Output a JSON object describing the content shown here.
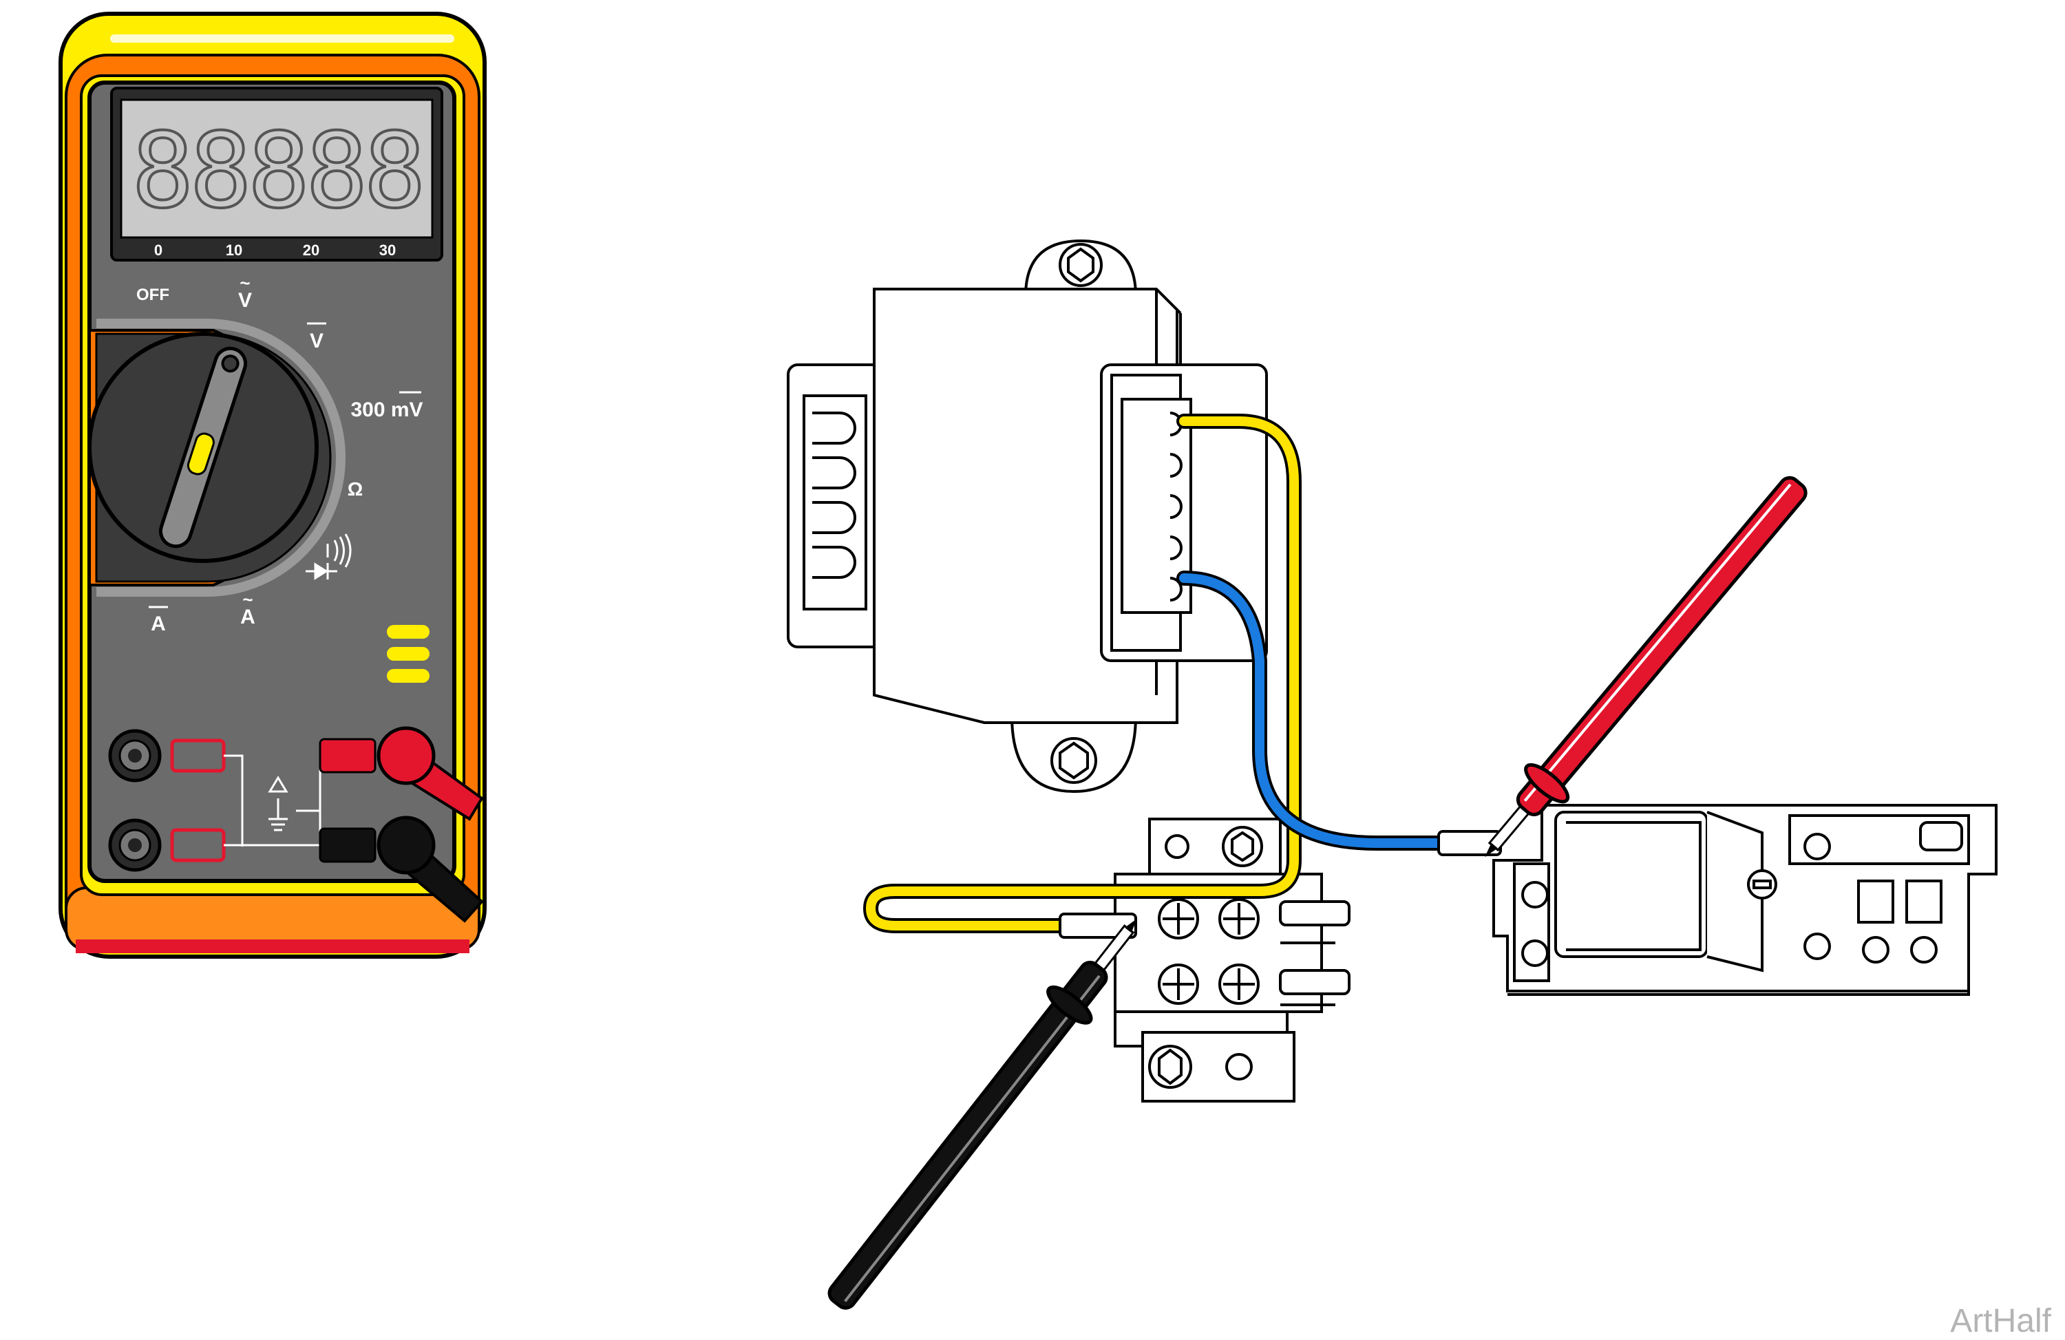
{
  "meter": {
    "display": "88888",
    "scale_ticks": [
      "0",
      "10",
      "20",
      "30"
    ],
    "dial_labels": {
      "off": "OFF",
      "ac_volts": "V",
      "dc_volts": "V",
      "millivolts": "300 mV",
      "ohms": "Ω",
      "dc_amps": "A",
      "ac_amps": "A"
    },
    "body_color": "#ffee00",
    "accent_color": "#ff7700",
    "face_color": "#6b6b6b",
    "knob_indicator_color": "#ffee00"
  },
  "probes": {
    "red_color": "#e3162e",
    "black_color": "#111111"
  },
  "wires": {
    "yellow_color": "#ffe300",
    "blue_color": "#1a7be0"
  },
  "watermark": "ArtHalf"
}
